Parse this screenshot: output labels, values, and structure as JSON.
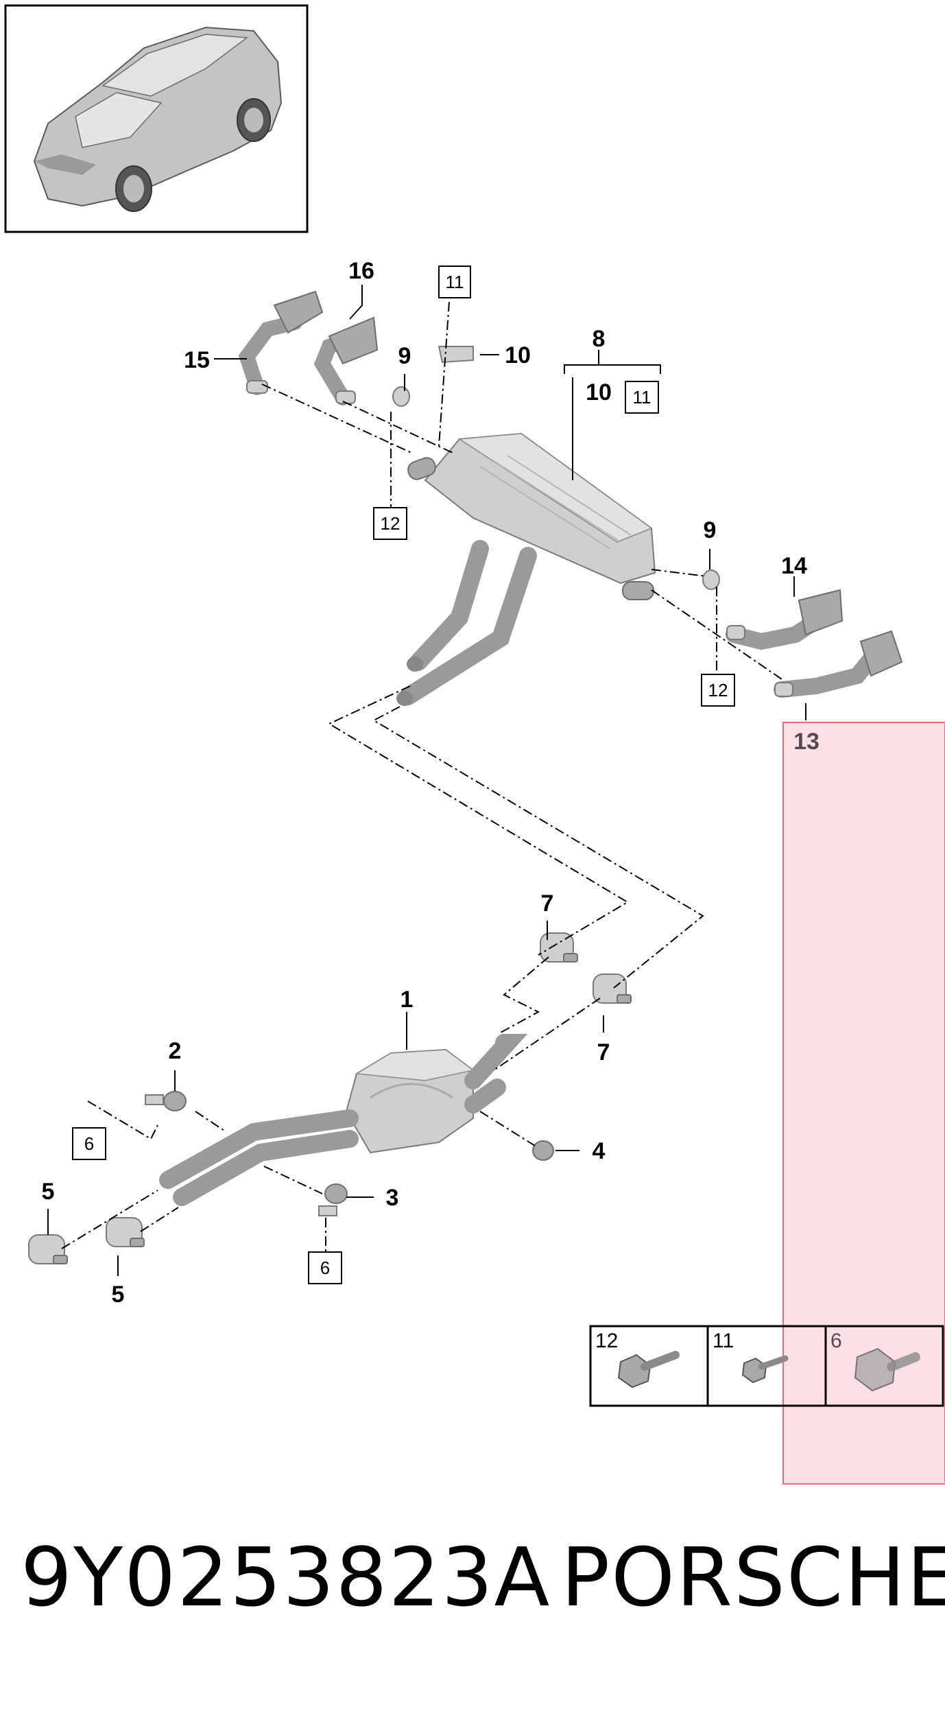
{
  "diagram": {
    "callouts": {
      "c1": "1",
      "c2": "2",
      "c3": "3",
      "c4": "4",
      "c5a": "5",
      "c5b": "5",
      "c7a": "7",
      "c7b": "7",
      "c8": "8",
      "c9a": "9",
      "c9b": "9",
      "c10a": "10",
      "c10b": "10",
      "c13": "13",
      "c14": "14",
      "c15": "15",
      "c16": "16"
    },
    "boxed_refs": {
      "b6a": "6",
      "b6b": "6",
      "b11a": "11",
      "b11b": "11",
      "b12a": "12",
      "b12b": "12"
    },
    "fasteners_table": [
      {
        "label": "12"
      },
      {
        "label": "11"
      },
      {
        "label": "6"
      }
    ]
  },
  "highlight": {
    "color": "#fde0e6",
    "border": "#e0707e"
  },
  "footer": {
    "part_number": "9Y0253823A",
    "brand": "PORSCHE"
  }
}
